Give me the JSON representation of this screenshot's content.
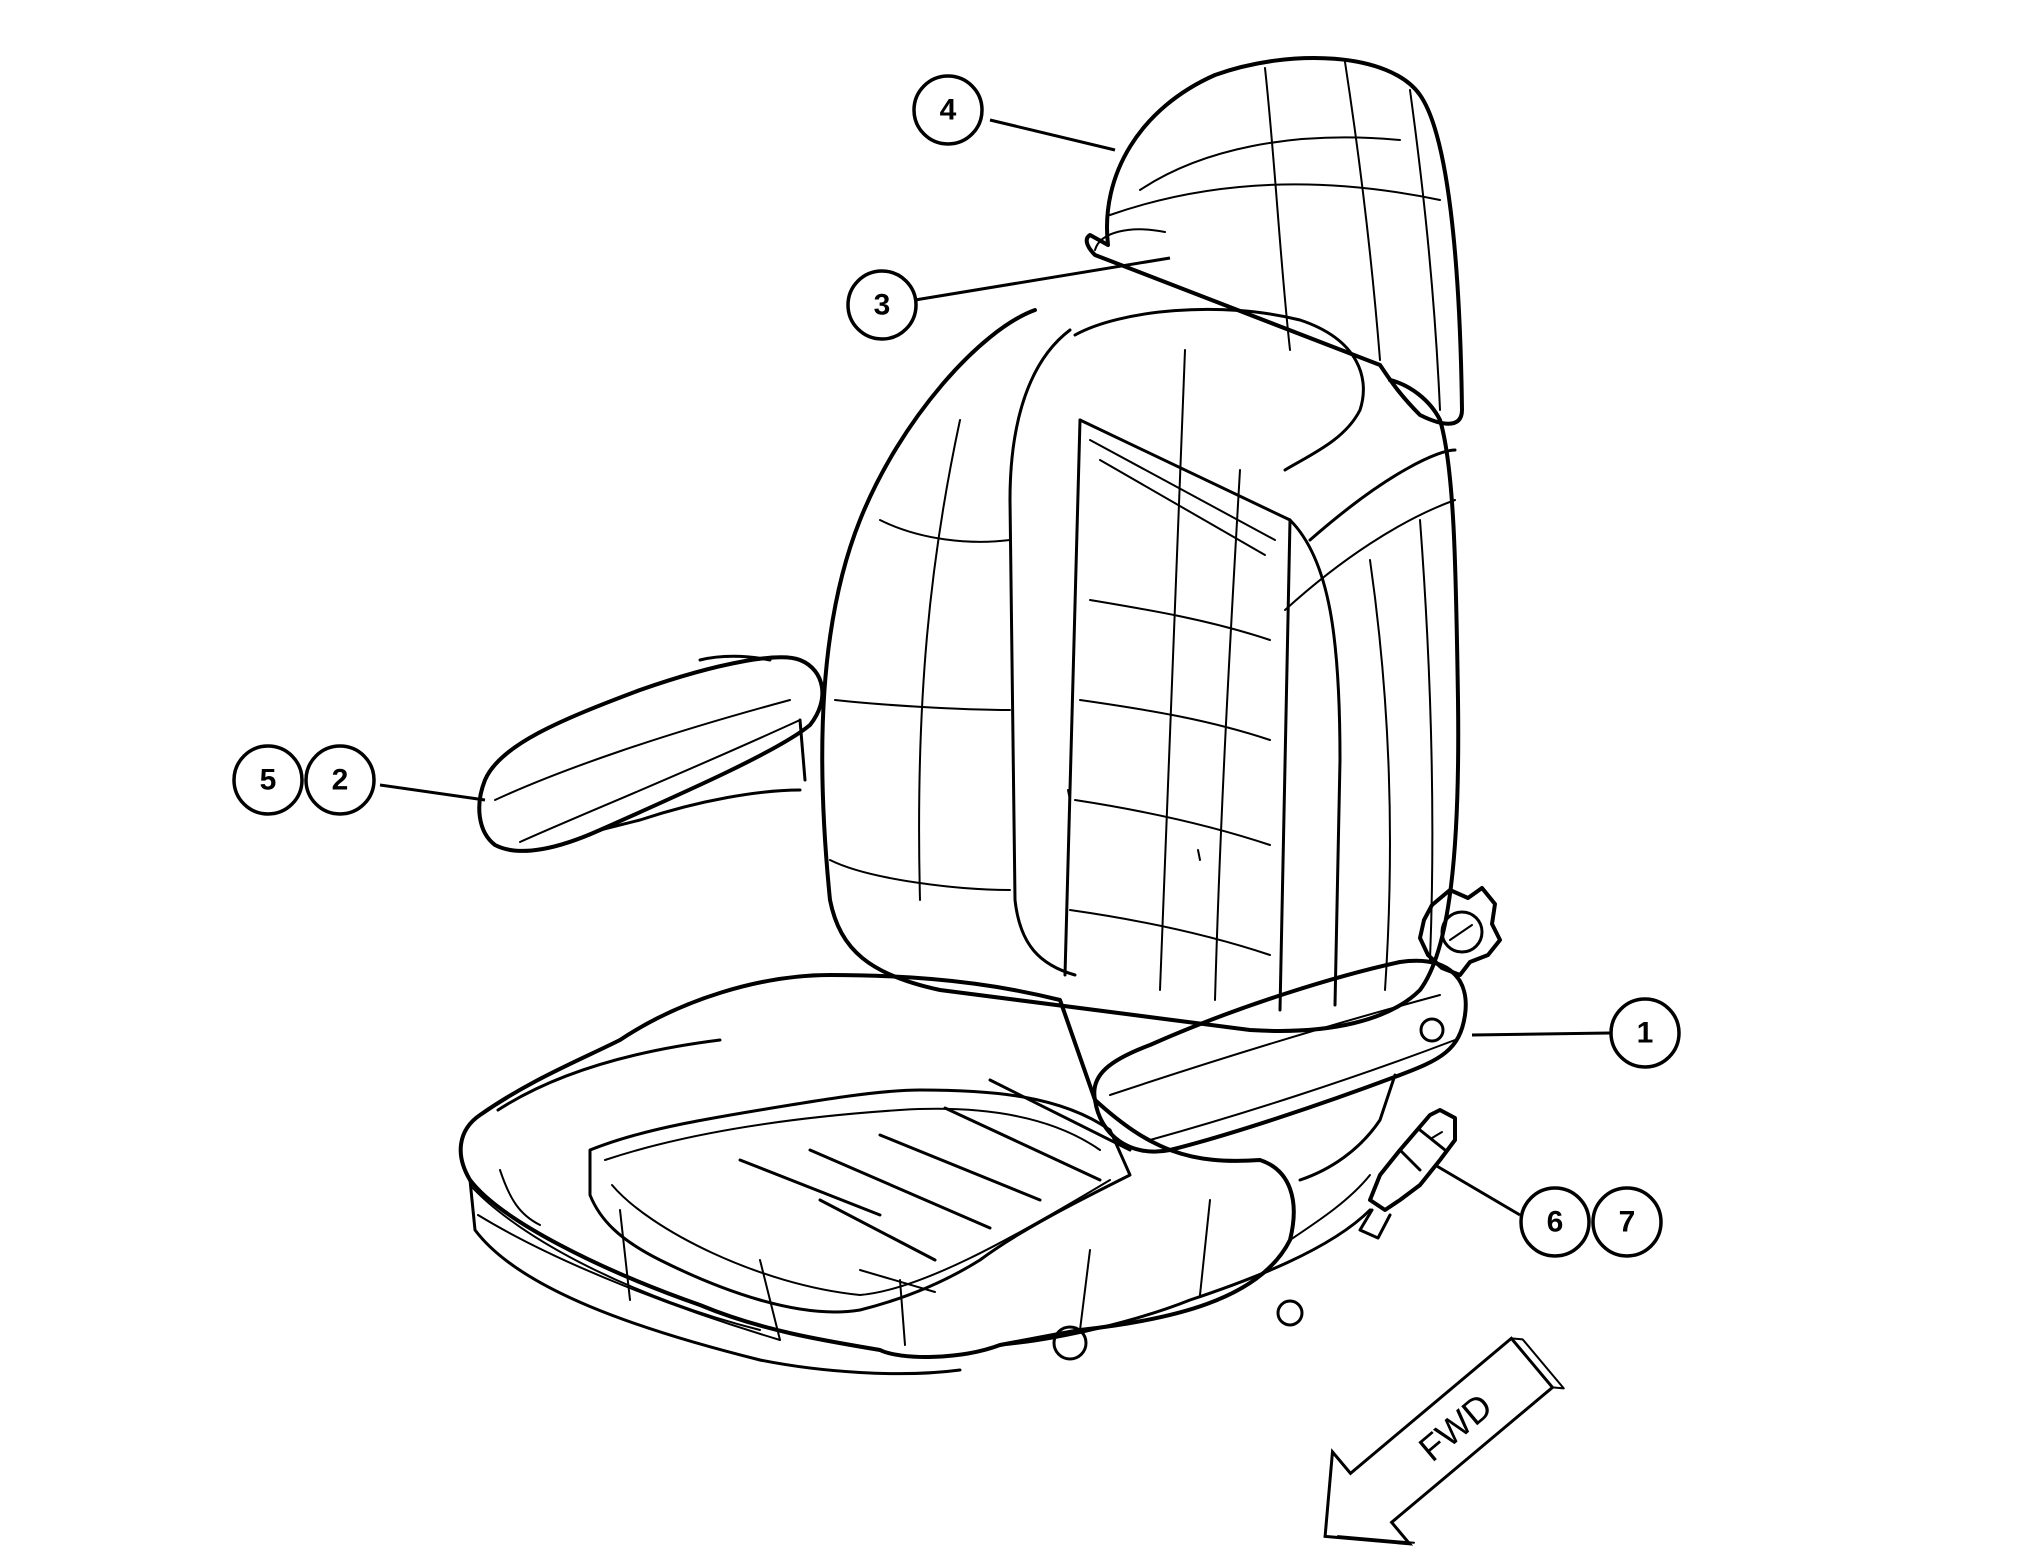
{
  "diagram": {
    "callouts": [
      {
        "id": "callout-1",
        "label": "1"
      },
      {
        "id": "callout-2",
        "label": "2"
      },
      {
        "id": "callout-3",
        "label": "3"
      },
      {
        "id": "callout-4",
        "label": "4"
      },
      {
        "id": "callout-5",
        "label": "5"
      },
      {
        "id": "callout-6",
        "label": "6"
      },
      {
        "id": "callout-7",
        "label": "7"
      }
    ],
    "direction_label": "FWD",
    "colors": {
      "line": "#000000",
      "background": "#ffffff"
    }
  }
}
